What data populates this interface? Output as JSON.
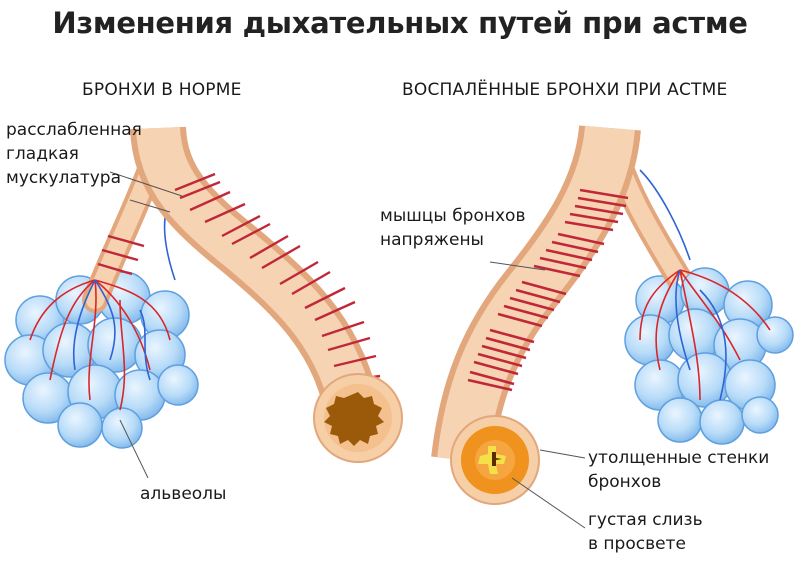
{
  "title": "Изменения дыхательных путей при астме",
  "panels": {
    "left": {
      "heading": "БРОНХИ В НОРМЕ",
      "labels": {
        "muscle_line1": "расслабленная",
        "muscle_line2": "гладкая",
        "muscle_line3": "мускулатура",
        "alveoli": "альвеолы"
      }
    },
    "right": {
      "heading": "ВОСПАЛЁННЫЕ БРОНХИ ПРИ АСТМЕ",
      "labels": {
        "muscle_line1": "мышцы бронхов",
        "muscle_line2": "напряжены",
        "wall_line1": "утолщенные стенки",
        "wall_line2": "бронхов",
        "mucus_line1": "густая слизь",
        "mucus_line2": "в просвете"
      }
    }
  },
  "colors": {
    "tube_fill": "#f3c7a0",
    "tube_edge": "#e2a77c",
    "muscle": "#c0283a",
    "vessel_red": "#d8262a",
    "vessel_blue": "#2f63d6",
    "alveoli_fill": "#a9d2f5",
    "alveoli_edge": "#5e9fe0",
    "lumen_normal": "#9a5a0a",
    "lumen_inflamed": "#f0921e",
    "mucus": "#f6e04a"
  }
}
